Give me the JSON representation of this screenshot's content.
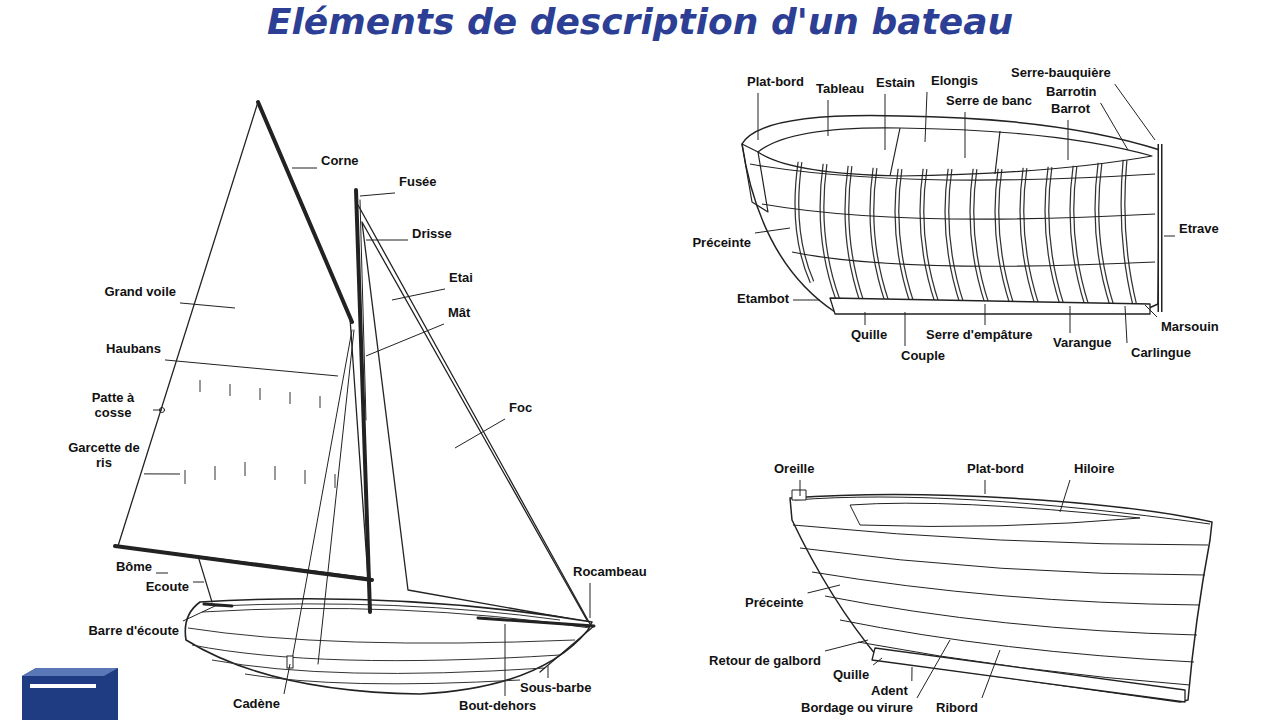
{
  "diagram": {
    "title": "Eléments de description d'un bateau",
    "labels": [
      "Corne",
      "Fusée",
      "Drisse",
      "Etai",
      "Mât",
      "Grand voile",
      "Haubans",
      "Patte à cosse",
      "Garcette de ris",
      "Foc",
      "Bôme",
      "Ecoute",
      "Barre d'écoute",
      "Rocambeau",
      "Cadène",
      "Sous-barbe",
      "Bout-dehors",
      "Plat-bord",
      "Tableau",
      "Estain",
      "Elongis",
      "Serre-bauquière",
      "Serre de banc",
      "Barrotin",
      "Barrot",
      "Préceinte",
      "Etambot",
      "Etrave",
      "Marsouin",
      "Quille",
      "Serre d'empâture",
      "Couple",
      "Varangue",
      "Carlingue",
      "Oreille",
      "Plat-bord",
      "Hiloire",
      "Préceinte",
      "Retour de galbord",
      "Quille",
      "Adent",
      "Bordage ou virure",
      "Ribord"
    ]
  }
}
